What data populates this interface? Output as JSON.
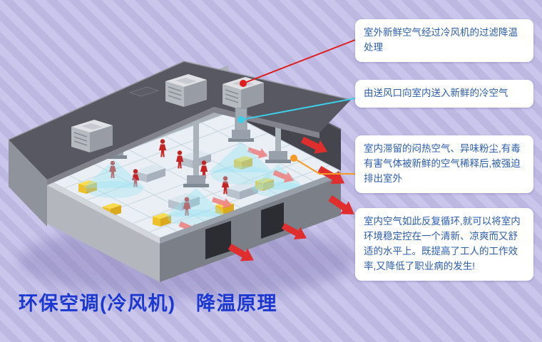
{
  "page": {
    "title": "环保空调(冷风机)　降温原理",
    "title_color": "#1c38d2",
    "background_color": "#c0bce4"
  },
  "illustration": {
    "description": "isometric cutaway of a factory workshop cooled by rooftop evaporative air coolers, with indoor air diffusers, workers, machines and airflow arrows",
    "rooftop_unit_count": 3,
    "colors": {
      "fresh_cold_air": "#3ecde6",
      "exhaust_hot_air": "#e02e2e",
      "roof": "#585862",
      "floor": "#e9eff4"
    }
  },
  "callouts": [
    {
      "text": "室外新鲜空气经过冷风机的过滤降温处理",
      "connector_color": "#e01d1d"
    },
    {
      "text": "由送风口向室内送入新鲜的冷空气",
      "connector_color": "#3ecde6"
    },
    {
      "text": "室内滞留的闷热空气、异味粉尘,有毒有害气体被新鲜的空气稀释后,被强迫排出室外",
      "connector_color": "#f59a23"
    },
    {
      "text": "室内空气如此反复循环,就可以将室内环境稳定控在一个清新、凉爽而又舒适的水平上。既提高了工人的工作效率,又降低了职业病的发生!"
    }
  ]
}
